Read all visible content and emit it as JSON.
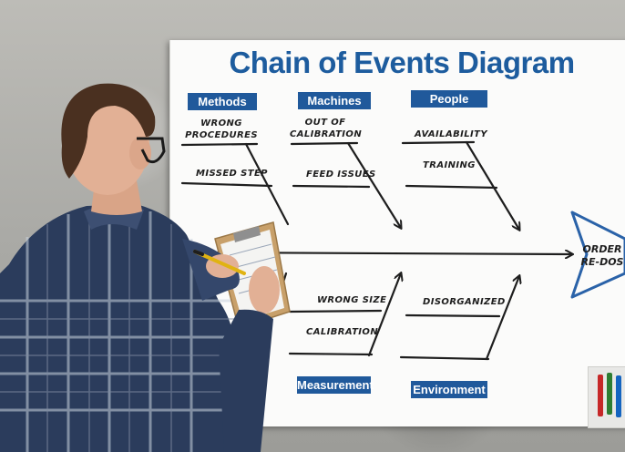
{
  "title": "Chain of Events Diagram",
  "categories": {
    "top": [
      "Methods",
      "Machines",
      "People"
    ],
    "bottom": [
      "Measurement",
      "Environment"
    ]
  },
  "causes": {
    "methods": [
      "WRONG\nPROCEDURES",
      "MISSED STEP"
    ],
    "machines": [
      "OUT OF\nCALIBRATION",
      "FEED ISSUES"
    ],
    "people": [
      "AVAILABILITY",
      "TRAINING"
    ],
    "measurement": [
      "WRONG SIZE",
      "CALIBRATION"
    ],
    "environment": [
      "DISORGANIZED"
    ]
  },
  "outcome": "ORDER\nRE-DOS",
  "colors": {
    "board": "#fbfbfa",
    "title_blue": "#1d5c9e",
    "category_fill": "#20599b",
    "ink": "#1e1e1e",
    "outcome_outline": "#2a62a8",
    "shirt_navy": "#2b3c5c",
    "shirt_light": "#c9d3de",
    "hair": "#4a3020",
    "skin": "#e2b095"
  },
  "markers": [
    "#c62828",
    "#2e7d32",
    "#1565c0"
  ]
}
